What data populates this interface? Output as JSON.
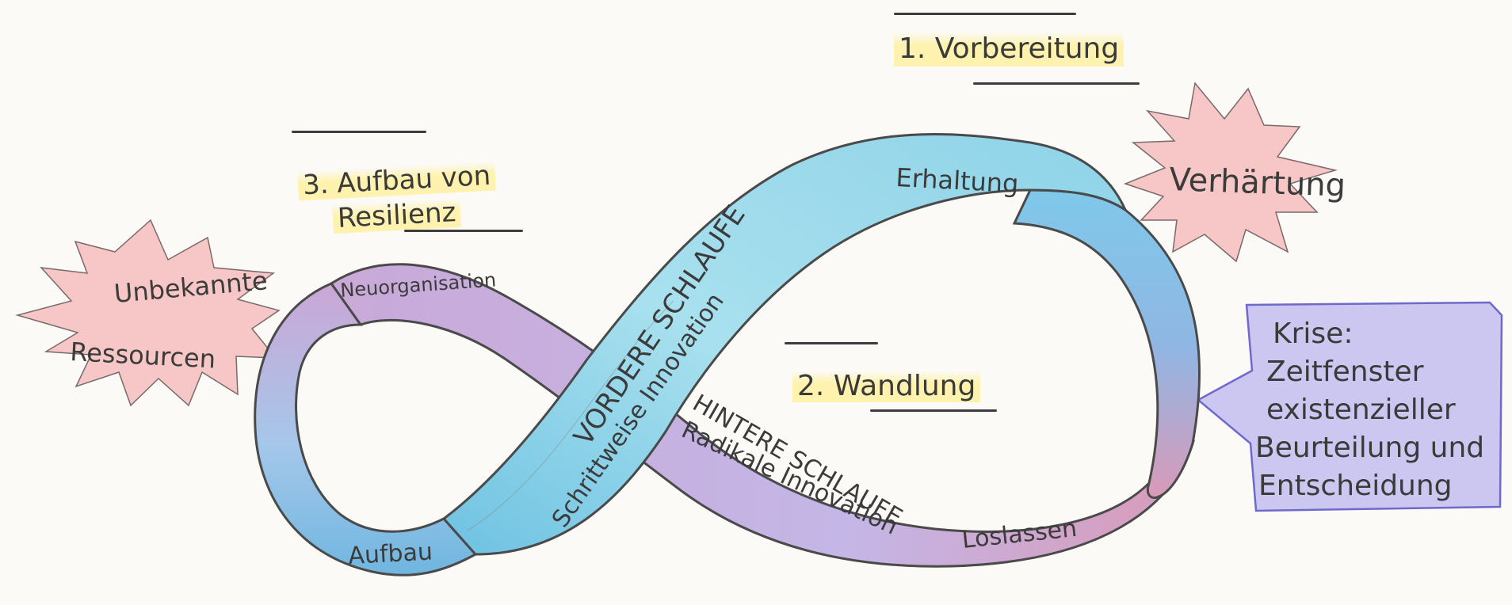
{
  "diagram": {
    "phases": {
      "vorbereitung": "1. Vorbereitung",
      "wandlung": "2. Wandlung",
      "aufbau_line1": "3. Aufbau von",
      "aufbau_line2": "Resilienz"
    },
    "loop_labels": {
      "erhaltung": "Erhaltung",
      "neuorganisation": "Neuorganisation",
      "aufbau": "Aufbau",
      "loslassen": "Loslassen",
      "vordere_schlaufe": "VORDERE SCHLAUFE",
      "schrittweise_innovation": "Schrittweise Innovation",
      "hintere_schlaufe": "HINTERE SCHLAUFE",
      "radikale_innovation": "Radikale Innovation"
    },
    "bursts": {
      "verhaertung": "Verhärtung",
      "unbekannte_line1": "Unbekannte",
      "unbekannte_line2": "Ressourcen"
    },
    "krise": {
      "line1": "Krise:",
      "line2": "Zeitfenster",
      "line3": "existenzieller",
      "line4": "Beurteilung und",
      "line5": "Entscheidung"
    }
  },
  "colors": {
    "band_blue": "#7fcfe6",
    "band_purple": "#b9a8dc",
    "band_pink": "#cf7fa6",
    "burst_red": "#f4b3b3",
    "krise_box": "#bdb6ea",
    "highlight_yellow": "#fff0a0",
    "pencil": "#3b3b3b"
  }
}
